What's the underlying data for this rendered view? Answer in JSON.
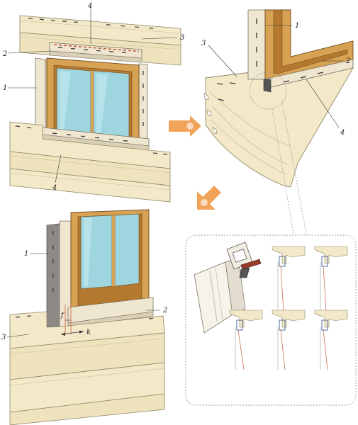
{
  "colors": {
    "siding": "#f3e9c9",
    "siding_shadow": "#d9cfa8",
    "siding_edge": "#8e8766",
    "frame": "#d8a255",
    "frame_dark": "#b4792f",
    "frame_edge": "#6d4a1c",
    "glass": "#9ed5df",
    "glass_light": "#c7ebf0",
    "trim": "#efe6d0",
    "trim_edge": "#7a7462",
    "gray_post": "#8d8a86",
    "nails": "#c85a3a",
    "arrow": "#f2a35a",
    "callout": "#9a9a9a"
  },
  "icons": {
    "arrow1": "arrow-right-icon",
    "arrow2": "arrow-down-left-icon",
    "glue_gun": "caulk-gun-icon"
  },
  "panel_a": {
    "labels": {
      "top4": "4",
      "left2": "2",
      "right3": "3",
      "left1": "1",
      "bottom4": "4"
    }
  },
  "panel_b": {
    "labels": {
      "top1": "1",
      "left3": "3",
      "right2": "2",
      "bottom4": "4"
    }
  },
  "panel_c": {
    "labels": {
      "left1": "1",
      "left3": "3",
      "right2": "2",
      "dim_f": "f",
      "dim_k": "k"
    }
  },
  "arrows": {
    "a1": "",
    "a2": ""
  }
}
